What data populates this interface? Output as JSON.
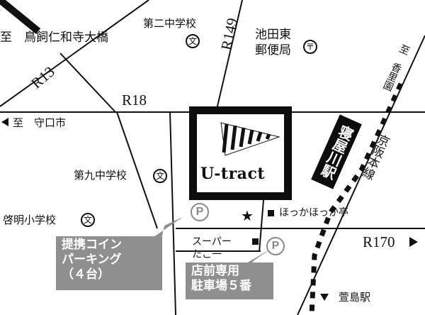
{
  "labels": {
    "toward_bridge": "至　鳥飼仁和寺大橋",
    "toward_moriguchi": "至　守口市",
    "junior_high_2": "第二中学校",
    "junior_high_9": "第九中学校",
    "keimei_elementary": "啓明小学校",
    "post_office": [
      "池田東",
      "郵便局"
    ],
    "hokka_hokka": "ほっかほっか亭",
    "supermarket": "スーパー",
    "tako": "たこ一",
    "kori_en": "至　香里園",
    "keihan_line": "京阪本線",
    "kayashima": "萱島駅"
  },
  "routes": {
    "r13": "R13",
    "r149": "R149",
    "r18": "R18",
    "r170": "R170"
  },
  "station": {
    "name": "寝屋川駅"
  },
  "store": {
    "brand": "U-tract"
  },
  "callouts": {
    "coin_parking": [
      "提携コイン",
      "パーキング",
      "（４台）"
    ],
    "store_parking": [
      "店前専用",
      "駐車場５番"
    ]
  },
  "symbols": {
    "school": "文",
    "post": "〒",
    "parking": "P"
  },
  "colors": {
    "ink": "#111111",
    "callout_gray": "#8f8f8f",
    "parking_gray": "#8a8a8a"
  }
}
